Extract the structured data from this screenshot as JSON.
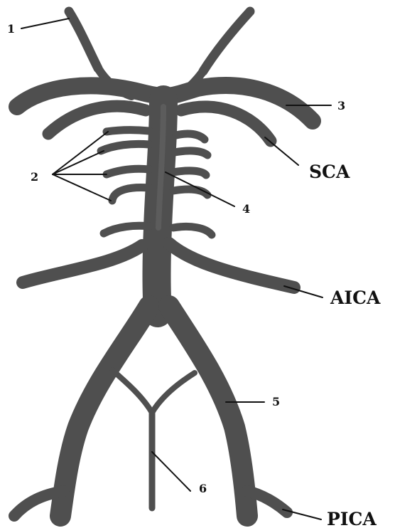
{
  "labels": {
    "n1": "1",
    "n2": "2",
    "n3": "3",
    "n4": "4",
    "n5": "5",
    "n6": "6",
    "sca": "SCA",
    "aica": "AICA",
    "pica": "PICA"
  },
  "colors": {
    "vessel": "#4f4f4f",
    "vessel_highlight": "#676767",
    "text": "#111111",
    "background": "#ffffff"
  }
}
